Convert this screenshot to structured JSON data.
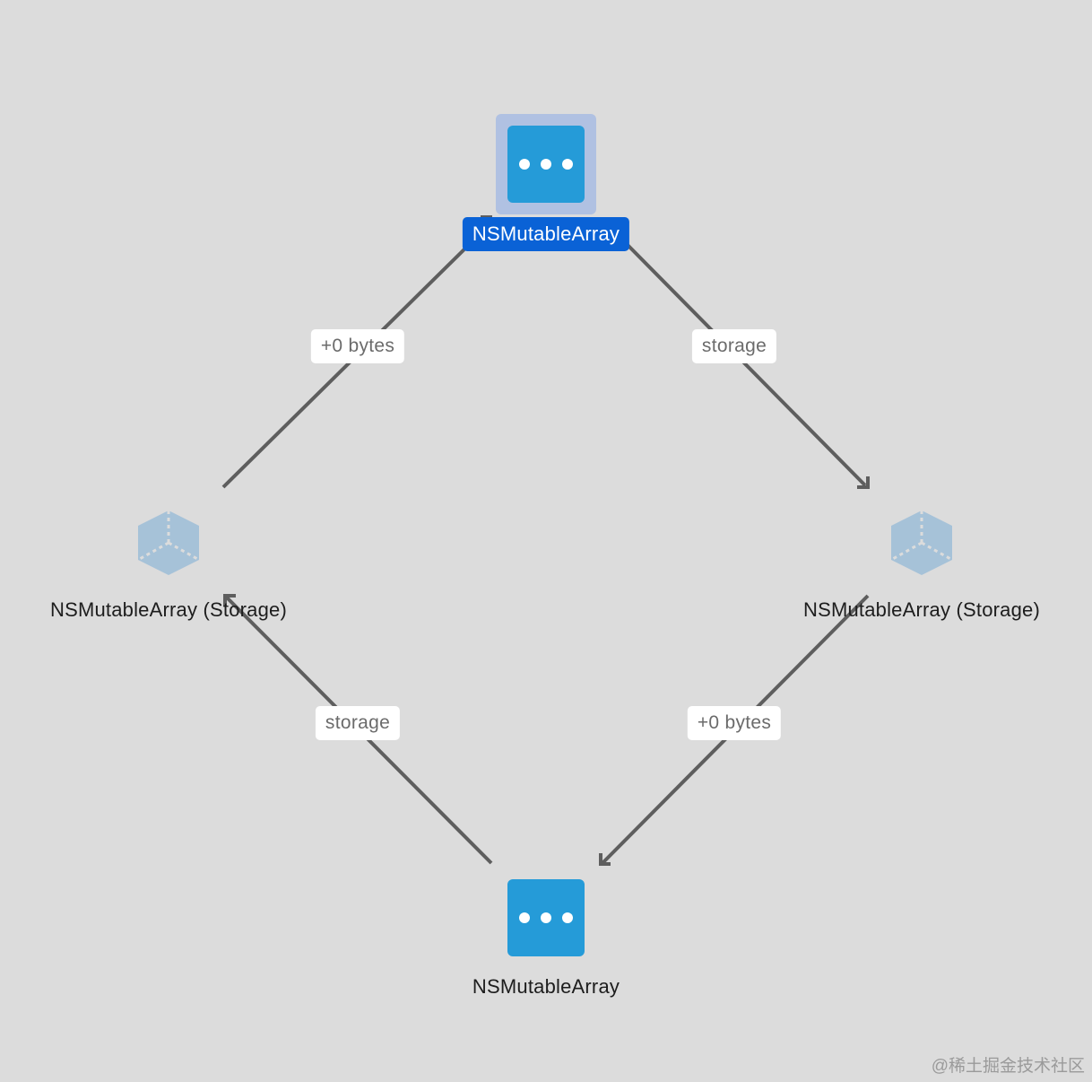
{
  "graph": {
    "nodes": [
      {
        "id": "top",
        "label": "NSMutableArray",
        "kind": "object",
        "selected": true
      },
      {
        "id": "left",
        "label": "NSMutableArray (Storage)",
        "kind": "storage"
      },
      {
        "id": "right",
        "label": "NSMutableArray (Storage)",
        "kind": "storage"
      },
      {
        "id": "bottom",
        "label": "NSMutableArray",
        "kind": "object",
        "selected": false
      }
    ],
    "edges": [
      {
        "from": "left",
        "to": "top",
        "label": "+0 bytes"
      },
      {
        "from": "top",
        "to": "right",
        "label": "storage"
      },
      {
        "from": "bottom",
        "to": "left",
        "label": "storage"
      },
      {
        "from": "right",
        "to": "bottom",
        "label": "+0 bytes"
      }
    ]
  },
  "icons": {
    "object_node": "ellipsis-tile-icon",
    "storage_node": "storage-cube-icon"
  },
  "colors": {
    "background": "#dcdcdc",
    "node_tile": "#259bd8",
    "selection_halo": "#b0c1e2",
    "selected_label": "#0a62d6",
    "edge": "#5e5e5e",
    "storage_icon": "#a6c2d8"
  },
  "watermark": "@稀土掘金技术社区"
}
